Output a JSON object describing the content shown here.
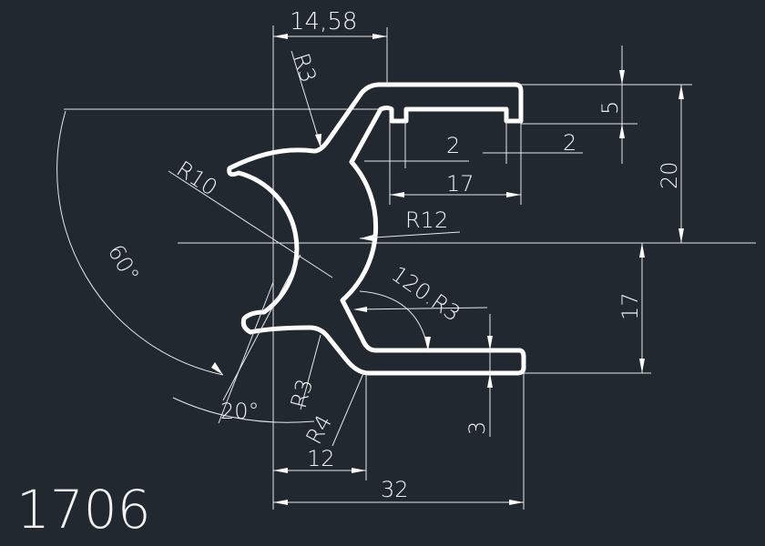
{
  "part_number": "1706",
  "dimensions": {
    "top_width": "14,58",
    "r3_top": "R3",
    "r10": "R10",
    "r12": "R12",
    "slot_a": "2",
    "slot_b": "2",
    "inner_width": "17",
    "flange_thickness": "5",
    "top_height": "20",
    "angle_60": "60°",
    "angle_120_r3": "120.R3",
    "bottom_height": "17",
    "angle_20": "20°",
    "r3_bottom": "R3",
    "r4": "R4",
    "base_thickness": "3",
    "offset_12": "12",
    "total_width": "32"
  }
}
